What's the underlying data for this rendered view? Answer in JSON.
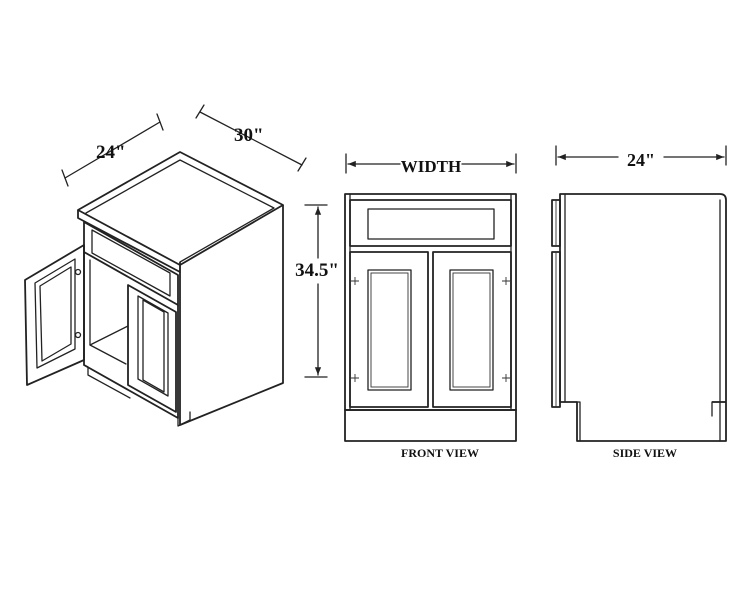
{
  "dimensions": {
    "iso_width": "24\"",
    "iso_depth": "30\"",
    "height": "34.5\"",
    "front_width": "WIDTH",
    "side_depth": "24\""
  },
  "views": {
    "front": "FRONT VIEW",
    "side": "SIDE VIEW"
  }
}
